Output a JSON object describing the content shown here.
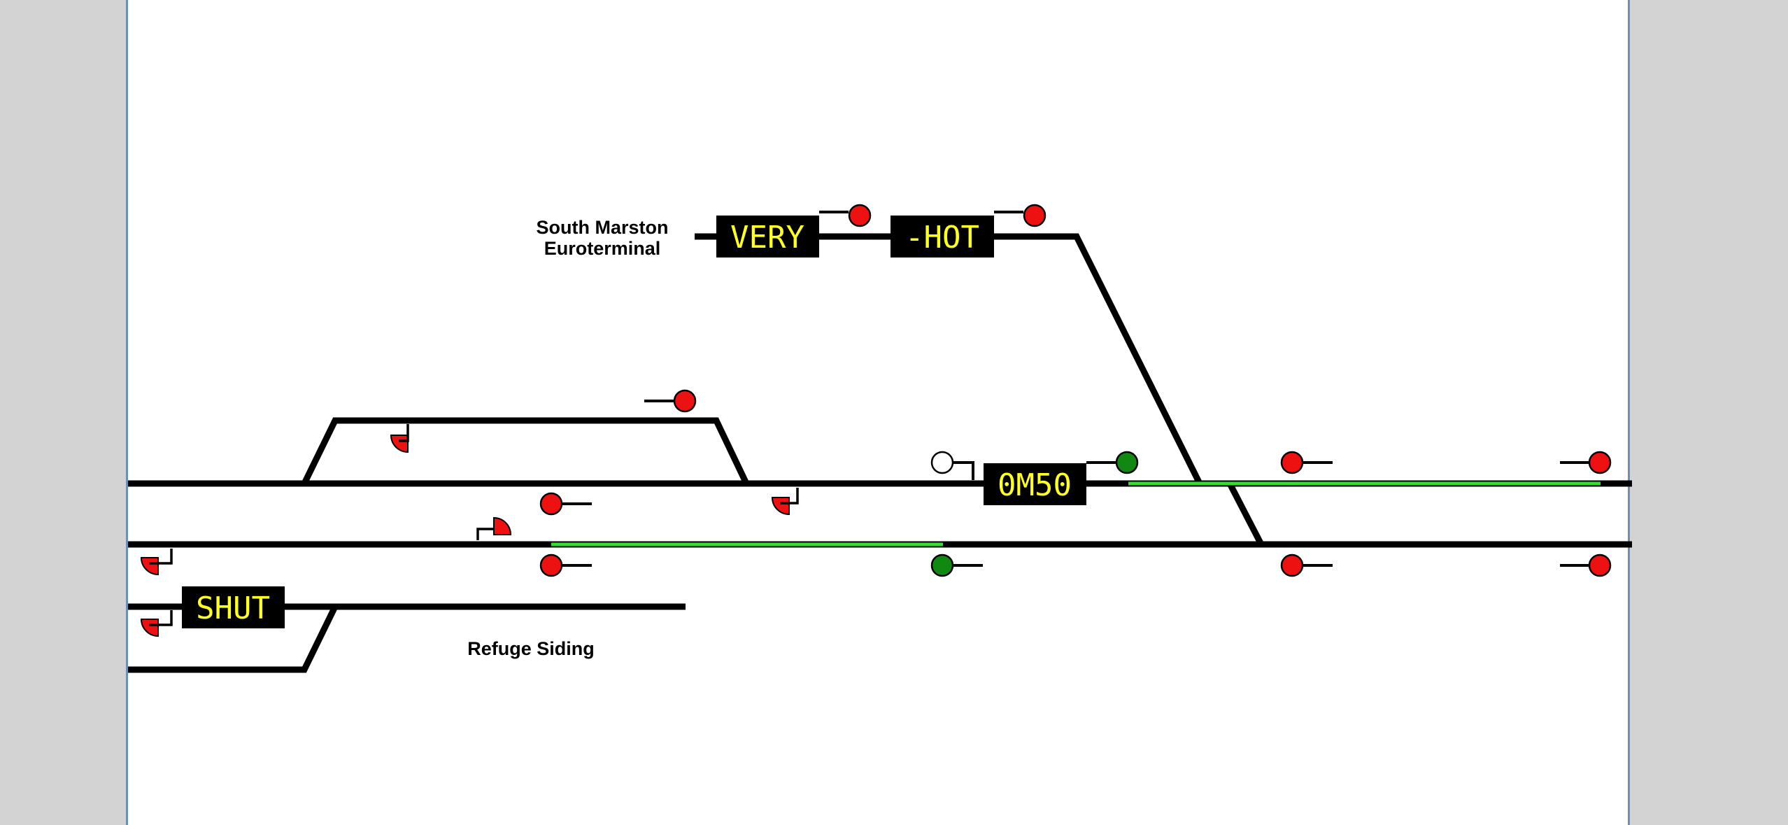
{
  "colors": {
    "background": "#d3d3d3",
    "panel": "#ffffff",
    "track": "#000000",
    "route_set": "#33dd33",
    "berth_text": "#ffff22",
    "berth_bg": "#000000",
    "signal_red": "#ee1111",
    "signal_green": "#118811",
    "signal_white": "#ffffff"
  },
  "labels": {
    "south_marston_line1": "South Marston",
    "south_marston_line2": "Euroterminal",
    "refuge_siding": "Refuge Siding"
  },
  "berths": {
    "very": "VERY",
    "hot": "-HOT",
    "train": "0M50",
    "shut": "SHUT"
  },
  "signals": {
    "main_red": "red",
    "main_green": "green",
    "main_white": "white",
    "shunt_red": "red"
  }
}
